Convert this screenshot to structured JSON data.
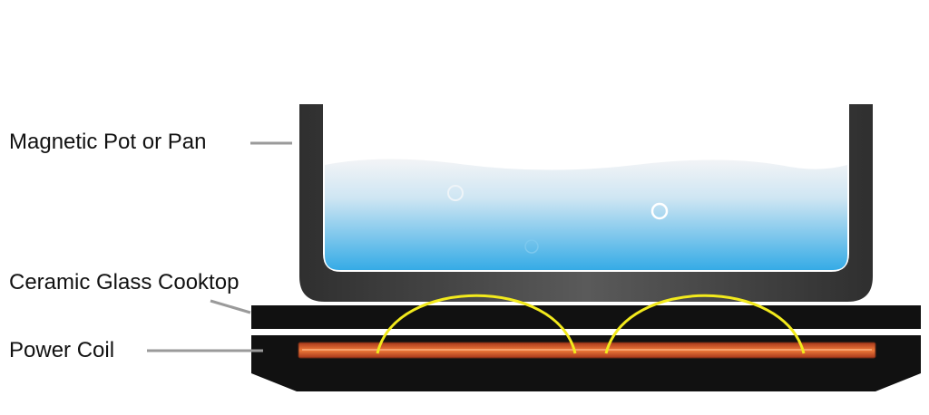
{
  "labels": {
    "pot": "Magnetic Pot or Pan",
    "glass": "Ceramic Glass Cooktop",
    "coil": "Power Coil"
  },
  "colors": {
    "pot_wall": "#4a4a4a",
    "cooktop": "#111111",
    "coil_copper": "#d2511f",
    "field_lines": "#f2ea1c",
    "water_top": "#f1f3f5",
    "water_bottom": "#38aee6",
    "leader_line": "#9a9a9a"
  }
}
